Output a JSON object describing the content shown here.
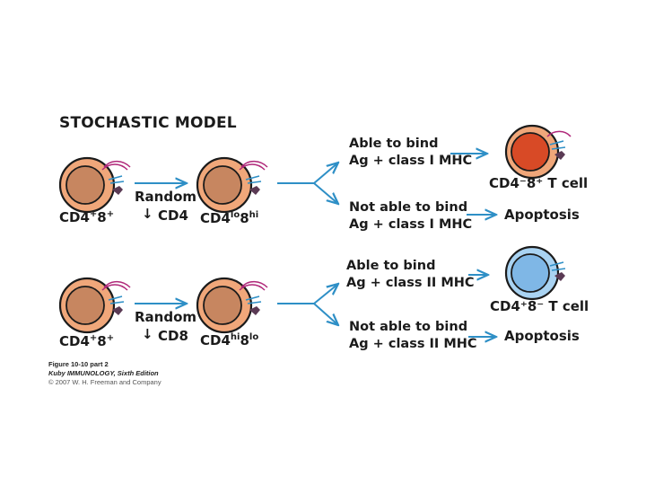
{
  "title": "STOCHASTIC MODEL",
  "top_row": {
    "start_label": "CD4",
    "start_sup": "+",
    "start_label2": "8",
    "start_sup2": "+",
    "step_word": "Random",
    "step_arrow": "↓",
    "step_target": "CD4",
    "mid_label": "CD4",
    "mid_sup": "lo",
    "mid_label2": "8",
    "mid_sup2": "hi",
    "bind_line1": "Able to bind",
    "bind_line2": "Ag + class I MHC",
    "nobind_line1": "Not able to bind",
    "nobind_line2": "Ag + class I MHC",
    "result_cell": "CD4⁻8⁺ T cell",
    "result_apoptosis": "Apoptosis"
  },
  "bottom_row": {
    "start_label": "CD4",
    "start_sup": "+",
    "start_label2": "8",
    "start_sup2": "+",
    "step_word": "Random",
    "step_arrow": "↓",
    "step_target": "CD8",
    "mid_label": "CD4",
    "mid_sup": "hi",
    "mid_label2": "8",
    "mid_sup2": "lo",
    "bind_line1": "Able to bind",
    "bind_line2": "Ag + class II MHC",
    "nobind_line1": "Not able to bind",
    "nobind_line2": "Ag + class II MHC",
    "result_cell": "CD4⁺8⁻ T cell",
    "result_apoptosis": "Apoptosis"
  },
  "caption": {
    "line1": "Figure 10-10 part 2",
    "line2": "Kuby IMMUNOLOGY, Sixth Edition",
    "line3": "© 2007 W. H. Freeman and Company"
  },
  "colors": {
    "cell_outer": "#f0a77a",
    "nucleus": "#c78660",
    "nucleus_cd8_cell": "#d84a26",
    "cd4_cell_fill": "#a9d3f2",
    "cd4_cell_nucleus": "#7fb7e6",
    "receptor_blue": "#2e8fc6",
    "receptor_magenta": "#b0287a",
    "receptor_purple": "#5a3a54",
    "arrow": "#2e8fc6"
  },
  "icons": {
    "cell": "lymphocyte-cell-icon",
    "receptor": "receptor-icon",
    "arrow": "right-arrow-icon"
  }
}
